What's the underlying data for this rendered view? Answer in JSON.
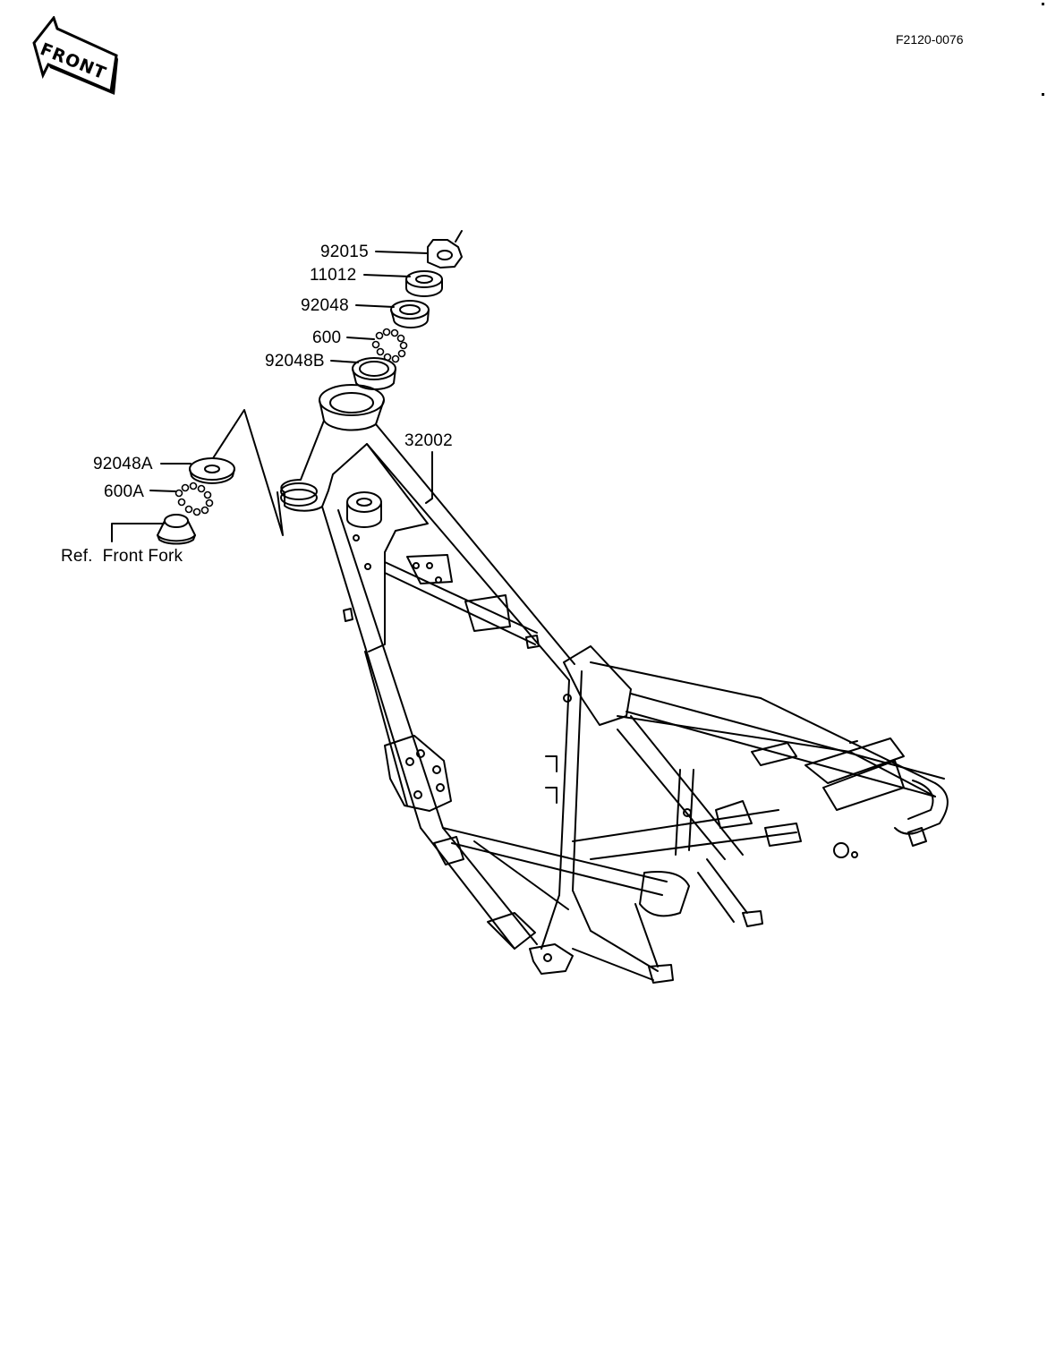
{
  "header": {
    "front_label": "FRONT",
    "diagram_code": "F2120-0076"
  },
  "parts": {
    "p92015": "92015",
    "p11012": "11012",
    "p92048": "92048",
    "p600": "600",
    "p92048B": "92048B",
    "p32002": "32002",
    "p92048A": "92048A",
    "p600A": "600A",
    "ref_front_fork": "Ref.  Front Fork"
  }
}
